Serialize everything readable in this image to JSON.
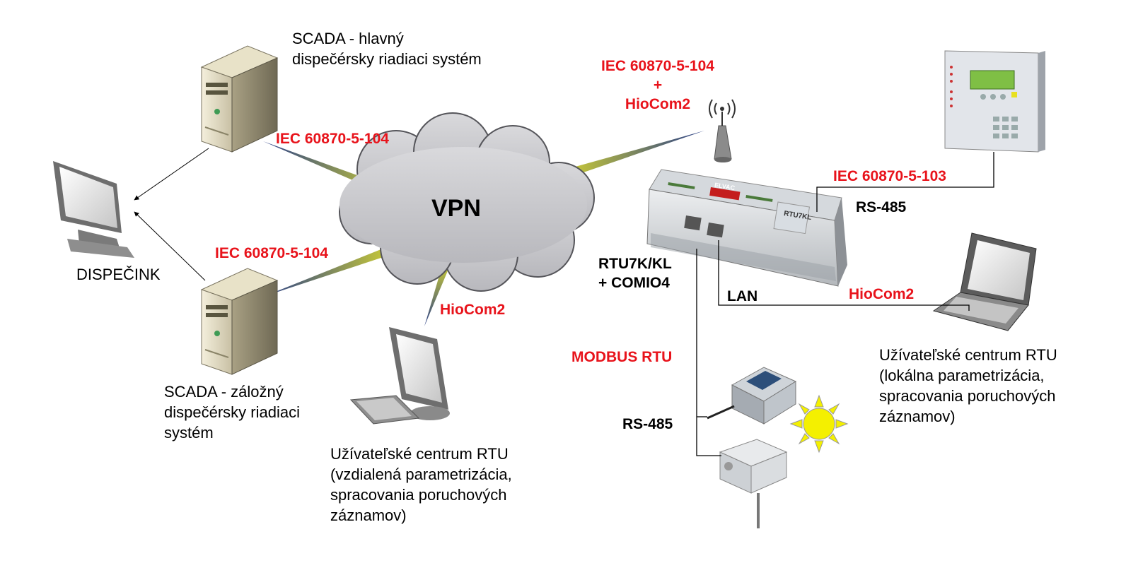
{
  "cloud": {
    "label": "VPN"
  },
  "nodes": {
    "dispecink": {
      "label": "DISPEČINK"
    },
    "scada_main": {
      "lines": [
        "SCADA - hlavný",
        "dispečérsky riadiaci systém"
      ]
    },
    "scada_backup": {
      "lines": [
        "SCADA - záložný",
        "dispečérsky riadiaci",
        "systém"
      ]
    },
    "remote_center": {
      "lines": [
        "Užívateľské centrum RTU",
        "(vzdialená parametrizácia,",
        "spracovania poruchových",
        "záznamov)"
      ]
    },
    "local_center": {
      "lines": [
        "Užívateľské centrum RTU",
        "(lokálna parametrizácia,",
        "spracovania poruchových",
        "záznamov)"
      ]
    },
    "rtu": {
      "lines": [
        "RTU7K/KL",
        "+ COMIO4"
      ],
      "brand": "ELVAC",
      "model": "RTU7KL"
    }
  },
  "links": {
    "scada_main_vpn": "IEC 60870-5-104",
    "scada_backup_vpn": "IEC 60870-5-104",
    "remote_hiocom": "HioCom2",
    "wireless": [
      "IEC 60870-5-104",
      "+",
      "HioCom2"
    ],
    "relay": "IEC 60870-5-103",
    "relay_bus": "RS-485",
    "lan": "LAN",
    "local_hiocom": "HioCom2",
    "modbus": "MODBUS RTU",
    "sensor_bus": "RS-485"
  },
  "colors": {
    "protocol_red": "#e8131b",
    "link_yellow": "#c8c832",
    "link_blue": "#2a3f8a"
  }
}
